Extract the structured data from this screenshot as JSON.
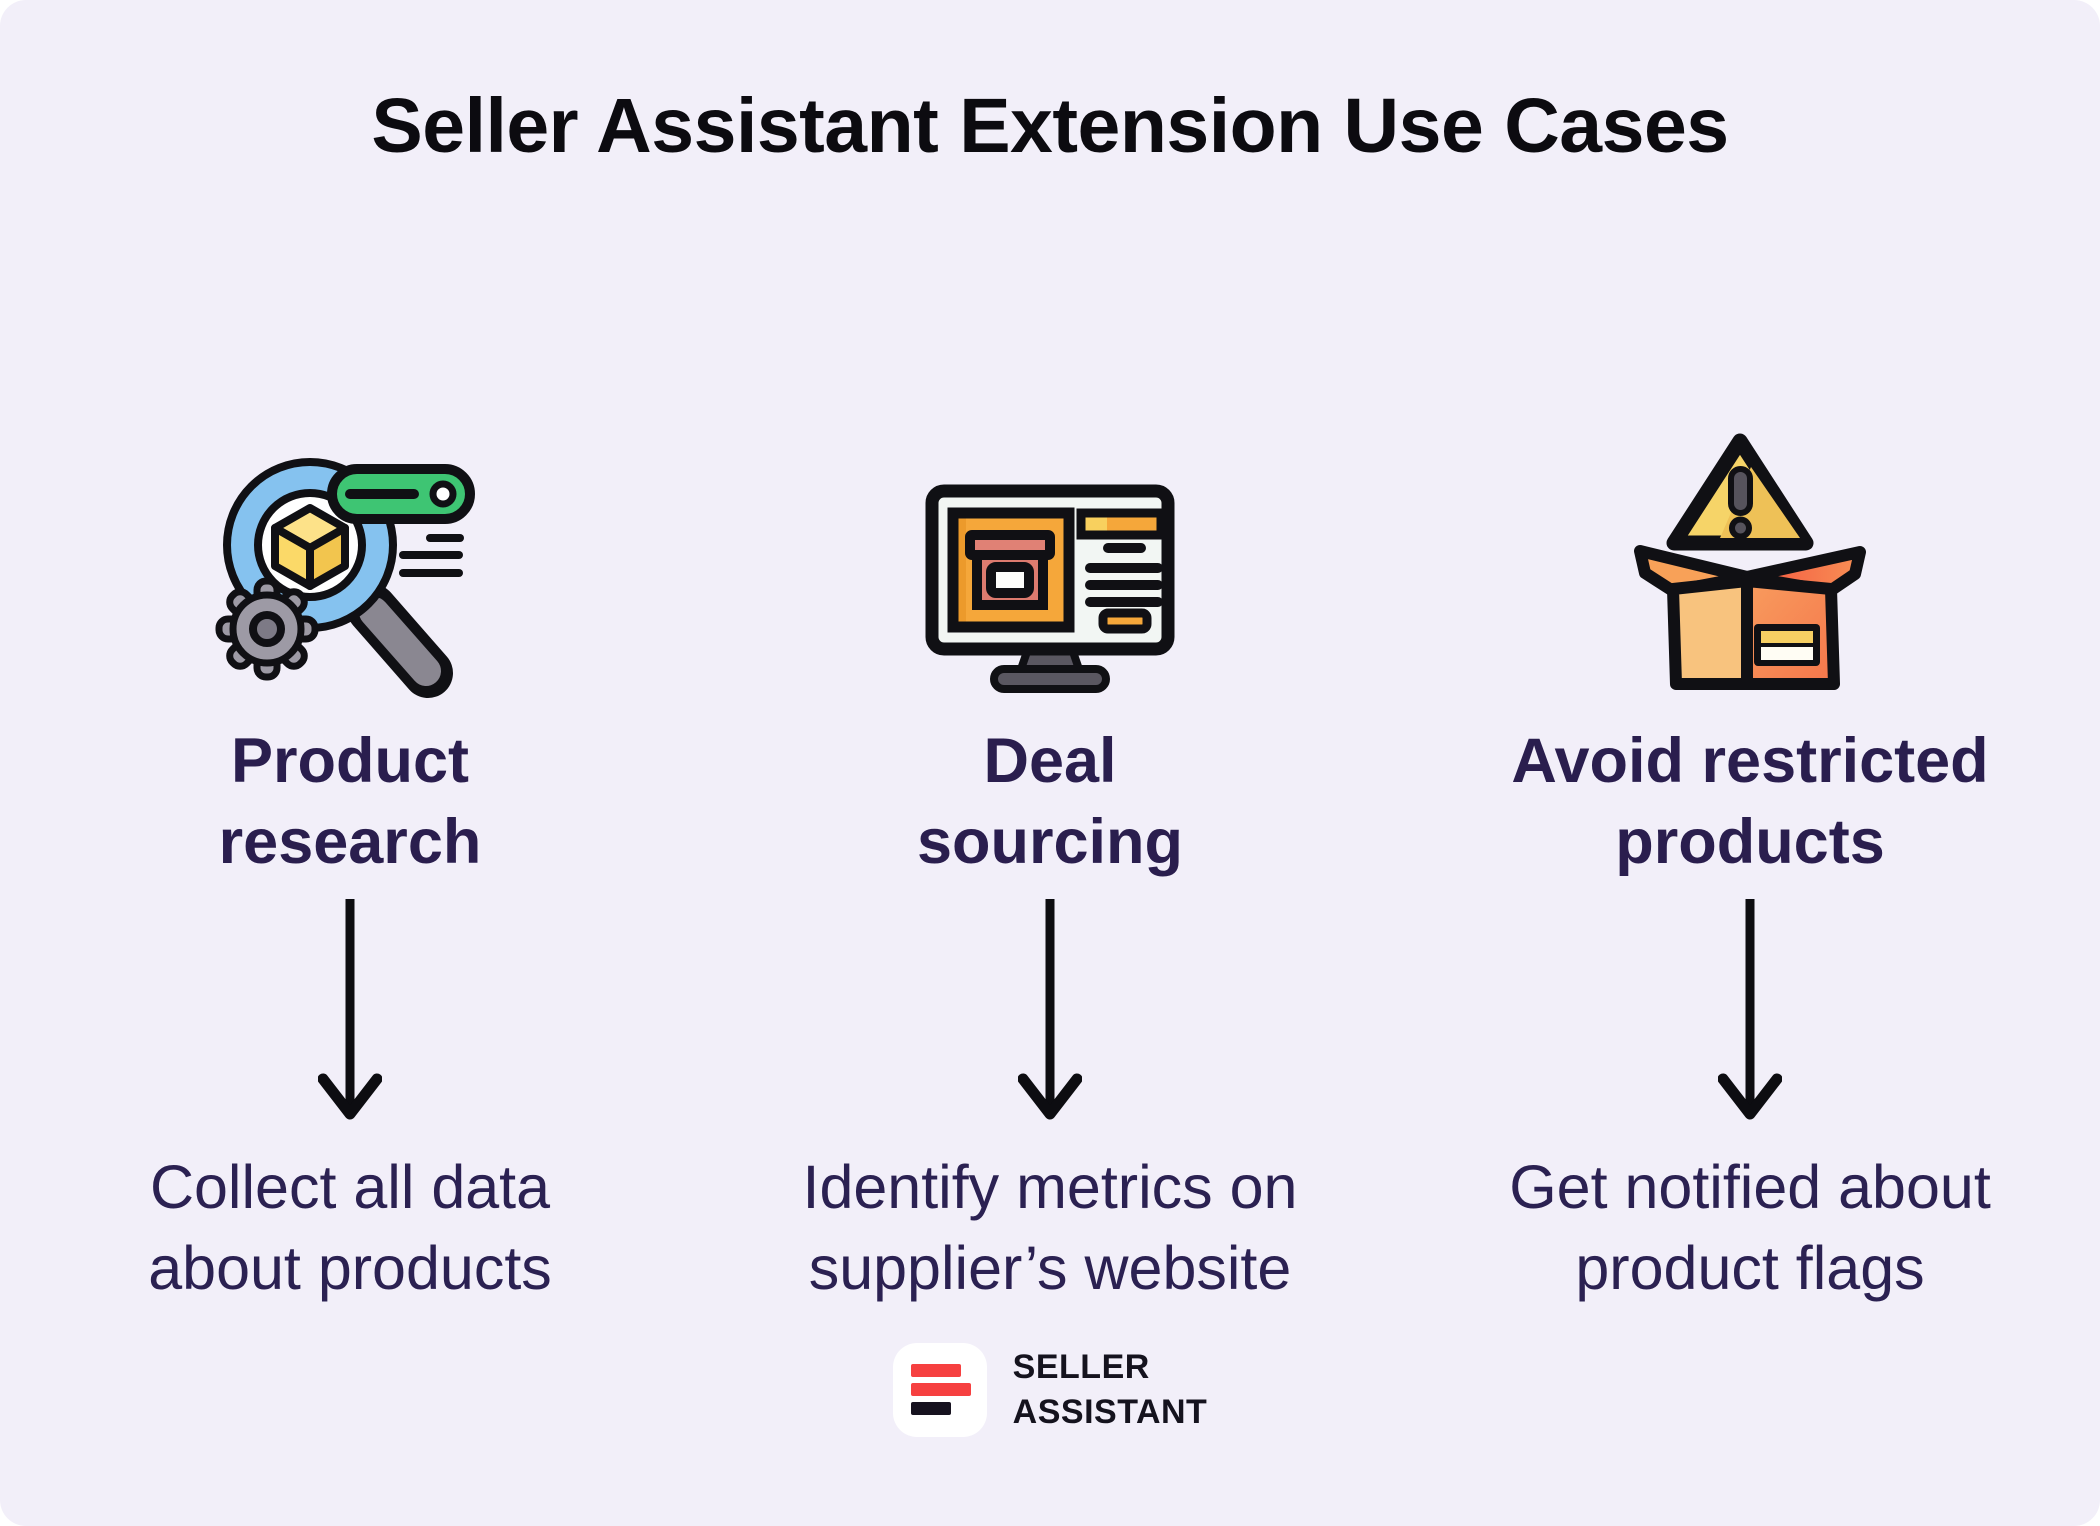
{
  "title": "Seller Assistant Extension Use Cases",
  "columns": [
    {
      "icon": "product-research-magnifier-icon",
      "heading": [
        "Product",
        "research"
      ],
      "description": [
        "Collect all data",
        "about products"
      ]
    },
    {
      "icon": "deal-sourcing-monitor-icon",
      "heading": [
        "Deal",
        "sourcing"
      ],
      "description": [
        "Identify metrics on",
        "supplier’s website"
      ]
    },
    {
      "icon": "restricted-products-box-icon",
      "heading": [
        "Avoid restricted",
        "products"
      ],
      "description": [
        "Get notified about",
        "product flags"
      ]
    }
  ],
  "footer": {
    "brand": [
      "SELLER",
      "ASSISTANT"
    ]
  },
  "colors": {
    "background": "#f2eff9",
    "title_text": "#0c0b10",
    "heading_text": "#2a1e4e",
    "description_text": "#2b2152",
    "arrow": "#0d0d11",
    "brand_red": "#f64040",
    "brand_black": "#16121f",
    "icon_outline": "#101014",
    "icon_blue": "#85c2ef",
    "icon_green": "#3ec573",
    "icon_yellow": "#f6d468",
    "icon_orange": "#f5a73a",
    "icon_salmon": "#dd7b6f",
    "icon_gray": "#9d9aa5"
  }
}
